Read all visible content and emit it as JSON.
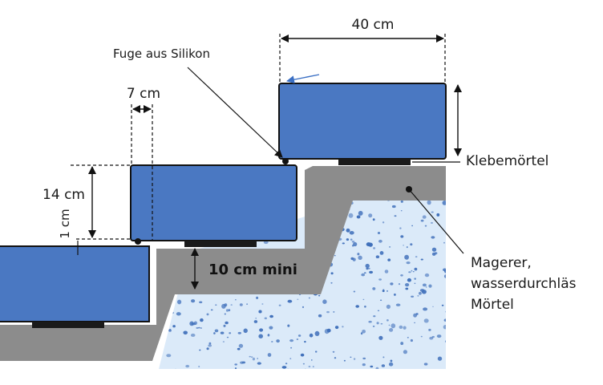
{
  "labels": {
    "width_top": "40 cm",
    "joint": "Fuge aus Silikon",
    "overhang": "7 cm",
    "height": "14 cm",
    "gap": "1 cm",
    "adhesive": "Klebemörtel",
    "min_thickness": "10 cm mini",
    "lean_mortar_1": "Magerer,",
    "lean_mortar_2": "wasserdurchläs",
    "lean_mortar_3": "Mörtel"
  },
  "colors": {
    "step_block": "#4a78c2",
    "mortar_bed": "#8c8c8c",
    "lean_mortar": "#dbeaf9",
    "aggregate": "#3f6fba",
    "adhesive": "#1a1a1a"
  }
}
